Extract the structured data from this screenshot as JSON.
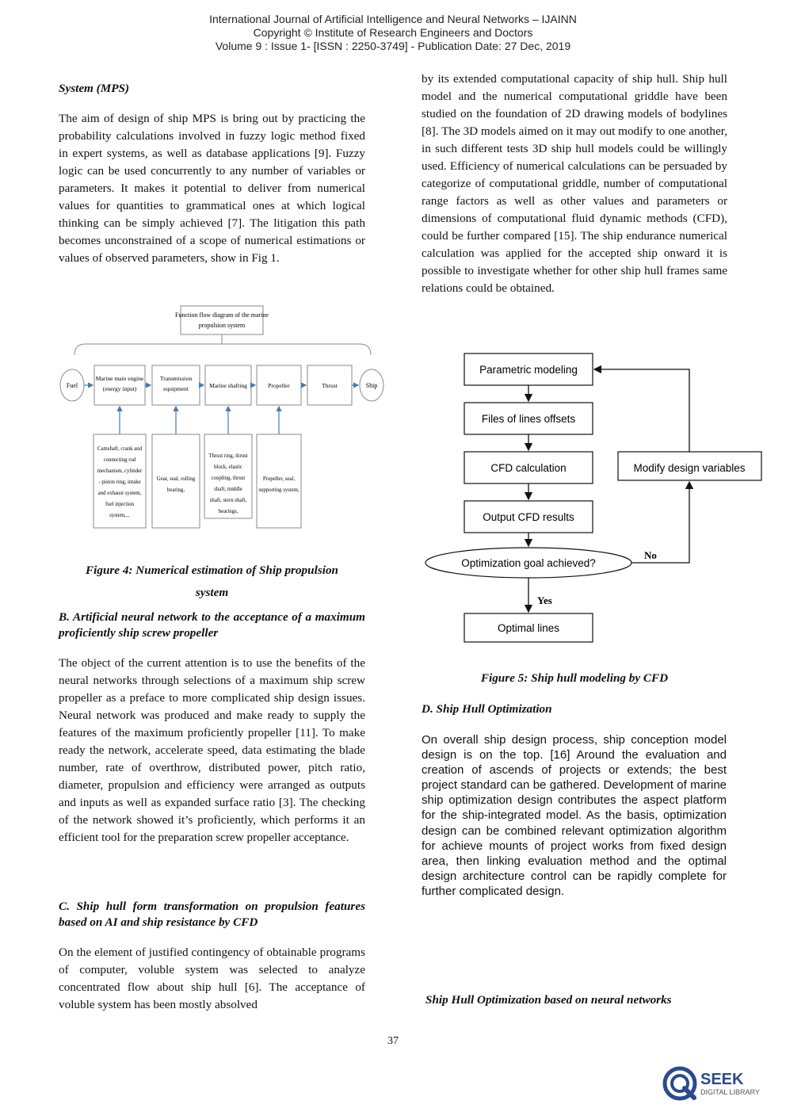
{
  "header": {
    "line1": "International Journal of Artificial Intelligence and Neural Networks – IJAINN",
    "line2": "Copyright © Institute of Research Engineers and Doctors",
    "line3": "Volume 9 : Issue 1-  [ISSN : 2250-3749] - Publication Date: 27 Dec, 2019"
  },
  "left": {
    "section_title": "System (MPS)",
    "para1": "The aim of design of ship MPS is bring out by practicing the probability calculations involved in fuzzy logic method fixed in expert systems, as well as database applications [9]. Fuzzy logic can be used concurrently to any number of variables or parameters. It makes it potential to deliver from numerical values for quantities to grammatical ones at which logical thinking can be simply achieved [7]. The litigation this path becomes unconstrained of a scope of numerical estimations or values of observed parameters, show in Fig 1.",
    "fig4_caption_l1": "Figure 4: Numerical estimation of Ship propulsion",
    "fig4_caption_l2": "system",
    "sectionB_title": "B. Artificial neural network to the acceptance of a maximum proficiently ship screw propeller",
    "paraB": "The object of the current attention is to use the benefits of the neural networks through selections of a maximum ship screw propeller as a preface to more complicated ship design issues. Neural network was produced and make ready to supply the features of the maximum proficiently propeller [11]. To make ready the network, accelerate speed, data estimating the blade number, rate of overthrow, distributed power, pitch ratio, diameter, propulsion and efficiency were arranged as outputs and inputs as well as expanded surface ratio [3]. The checking of the network showed it’s proficiently, which performs it an efficient tool for the preparation screw propeller acceptance.",
    "sectionC_title": "C. Ship hull form transformation on propulsion features based on AI and ship resistance by CFD",
    "paraC": "On the element of justified contingency of obtainable programs of computer, voluble system was selected to analyze concentrated flow about ship hull [6]. The acceptance of voluble system has been mostly absolved"
  },
  "fig4": {
    "title_l1": "Function flow diagram of the marine",
    "title_l2": "propulsion system",
    "fuel": "Fuel",
    "ship": "Ship",
    "engine_l1": "Marine main engine",
    "engine_l2": "(energy input)",
    "trans_l1": "Transmission",
    "trans_l2": "equipment",
    "shafting": "Marine shafting",
    "propeller": "Propeller",
    "thrust": "Thrust",
    "sub1_l1": "Camshaft, crank and",
    "sub1_l2": "connecting rod",
    "sub1_l3": "mechanism, cylinder",
    "sub1_l4": "- piston ring, intake",
    "sub1_l5": "and exhaust system,",
    "sub1_l6": "fuel injection",
    "sub1_l7": "system,...",
    "sub2_l1": "Gear, seal, rolling",
    "sub2_l2": "bearing,",
    "sub3_l1": "Thrust ring, thrust",
    "sub3_l2": "block, elastic",
    "sub3_l3": "coupling, thrust",
    "sub3_l4": "shaft, middle",
    "sub3_l5": "shaft, stern shaft,",
    "sub3_l6": "bearings,",
    "sub4_l1": "Propeller, seal,",
    "sub4_l2": "supporting system,"
  },
  "right": {
    "para_top": "by its extended computational capacity of ship hull. Ship hull model and the numerical computational griddle have been studied on the foundation of 2D drawing models of bodylines [8]. The 3D models aimed on it may out modify to one another, in such different tests 3D ship hull models could be willingly used. Efficiency of numerical calculations can be persuaded by categorize of computational griddle, number of computational range factors as well as other values and parameters or dimensions of computational fluid dynamic methods (CFD), could be further compared [15]. The ship endurance numerical calculation was applied for the accepted ship onward it is possible to investigate whether for other ship hull frames same relations could be obtained.",
    "fig5_caption": "Figure 5: Ship hull modeling by CFD",
    "sectionD_title": "D. Ship Hull Optimization",
    "paraD": "On overall ship design process, ship conception model design is on the top. [16] Around the evaluation and creation of ascends of projects or extends; the best project standard can be gathered. Development of marine ship optimization design contributes the aspect platform for the ship-integrated model. As the basis, optimization design can be combined relevant optimization algorithm for achieve mounts of project works from fixed design area, then linking evaluation method and the optimal design architecture control can be rapidly complete for further complicated design.",
    "bottom_heading": "Ship Hull Optimization based on neural networks"
  },
  "fig5": {
    "box1": "Parametric modeling",
    "box2": "Files of lines offsets",
    "box3": "CFD calculation",
    "box4": "Output CFD results",
    "decision": "Optimization goal achieved?",
    "box5": "Optimal lines",
    "side": "Modify design variables",
    "yes": "Yes",
    "no": "No"
  },
  "page_number": "37",
  "logo": {
    "word": "SEEK",
    "sub": "DIGITAL LIBRARY",
    "color": "#2a4b8c"
  }
}
